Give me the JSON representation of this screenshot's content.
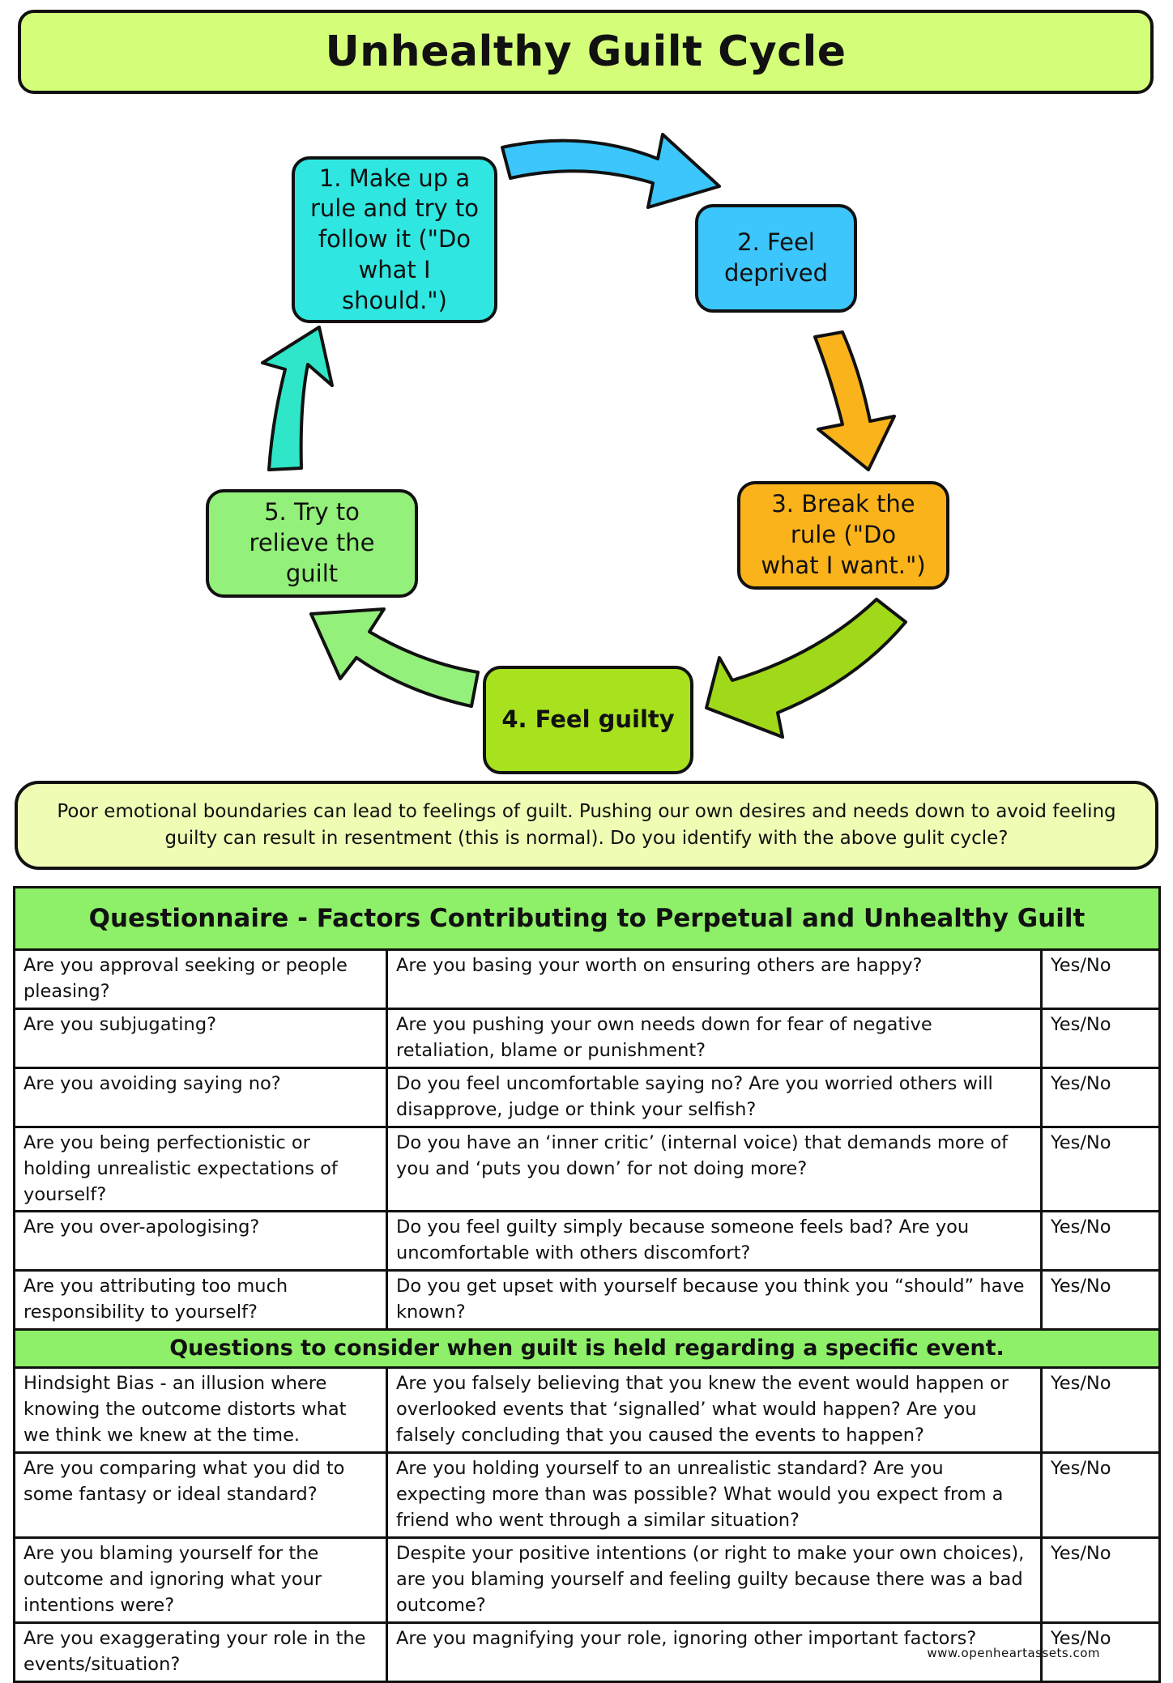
{
  "title": "Unhealthy Guilt Cycle",
  "cycle": {
    "steps": [
      {
        "label": "1. Make up a\nrule and try to\nfollow it (\"Do\nwhat I\nshould.\")",
        "color": "#2fe6e0"
      },
      {
        "label": "2. Feel\ndeprived",
        "color": "#3cc6fb"
      },
      {
        "label": "3. Break the\nrule (\"Do\nwhat I want.\")",
        "color": "#fbb31c"
      },
      {
        "label": "4. Feel guilty",
        "color": "#a8e21f"
      },
      {
        "label": "5. Try to\nrelieve the\nguilt",
        "color": "#93f07a"
      }
    ],
    "arrow_colors": [
      "#3cc6fb",
      "#fbb31c",
      "#a0d81a",
      "#93f07a",
      "#2fe6c8"
    ]
  },
  "note": "Poor emotional boundaries can lead to feelings of guilt. Pushing our own desires and needs down to avoid feeling guilty can result in resentment (this is normal). Do you identify with the above gulit cycle?",
  "questionnaire": {
    "heading": "Questionnaire - Factors Contributing to Perpetual and Unhealthy Guilt",
    "rows": [
      {
        "factor": "Are you approval seeking or people pleasing?",
        "question": "Are you basing your worth on ensuring others are happy?",
        "answer": "Yes/No"
      },
      {
        "factor": "Are you subjugating?",
        "question": "Are you pushing your own needs down for fear of negative retaliation, blame or punishment?",
        "answer": "Yes/No"
      },
      {
        "factor": "Are you avoiding saying no?",
        "question": "Do you feel uncomfortable saying no? Are you worried others will disapprove, judge or think your selfish?",
        "answer": "Yes/No"
      },
      {
        "factor": "Are you being perfectionistic or holding unrealistic expectations of yourself?",
        "question": "Do you have an ‘inner critic’ (internal voice) that demands more of you and ‘puts you down’ for not doing more?",
        "answer": "Yes/No"
      },
      {
        "factor": "Are you over-apologising?",
        "question": "Do you feel guilty simply because someone feels bad? Are you uncomfortable with others discomfort?",
        "answer": "Yes/No"
      },
      {
        "factor": "Are you attributing too much responsibility to yourself?",
        "question": "Do you get upset with yourself because you think you “should” have known?",
        "answer": "Yes/No"
      }
    ],
    "subheading": "Questions to consider when guilt is held regarding a specific event.",
    "event_rows": [
      {
        "factor": "Hindsight Bias - an illusion where knowing the outcome distorts what we think we knew at the time.",
        "question": "Are you falsely believing that you knew the event would happen or overlooked events that ‘signalled’ what would happen? Are you falsely concluding that you caused the events to happen?",
        "answer": "Yes/No"
      },
      {
        "factor": "Are you comparing what you did to some fantasy or ideal standard?",
        "question": "Are you holding yourself to an unrealistic standard? Are you expecting more than was possible? What would you expect from a friend who went through a similar situation?",
        "answer": "Yes/No"
      },
      {
        "factor": "Are you blaming yourself for the outcome and ignoring what your intentions were?",
        "question": "Despite your positive intentions (or right to make your own choices), are you blaming yourself and feeling guilty because there was a bad outcome?",
        "answer": "Yes/No"
      },
      {
        "factor": "Are you exaggerating your role in the events/situation?",
        "question": "Are you magnifying your role, ignoring other important factors?",
        "answer": "Yes/No"
      }
    ]
  },
  "footer": "www.openheartassets.com"
}
